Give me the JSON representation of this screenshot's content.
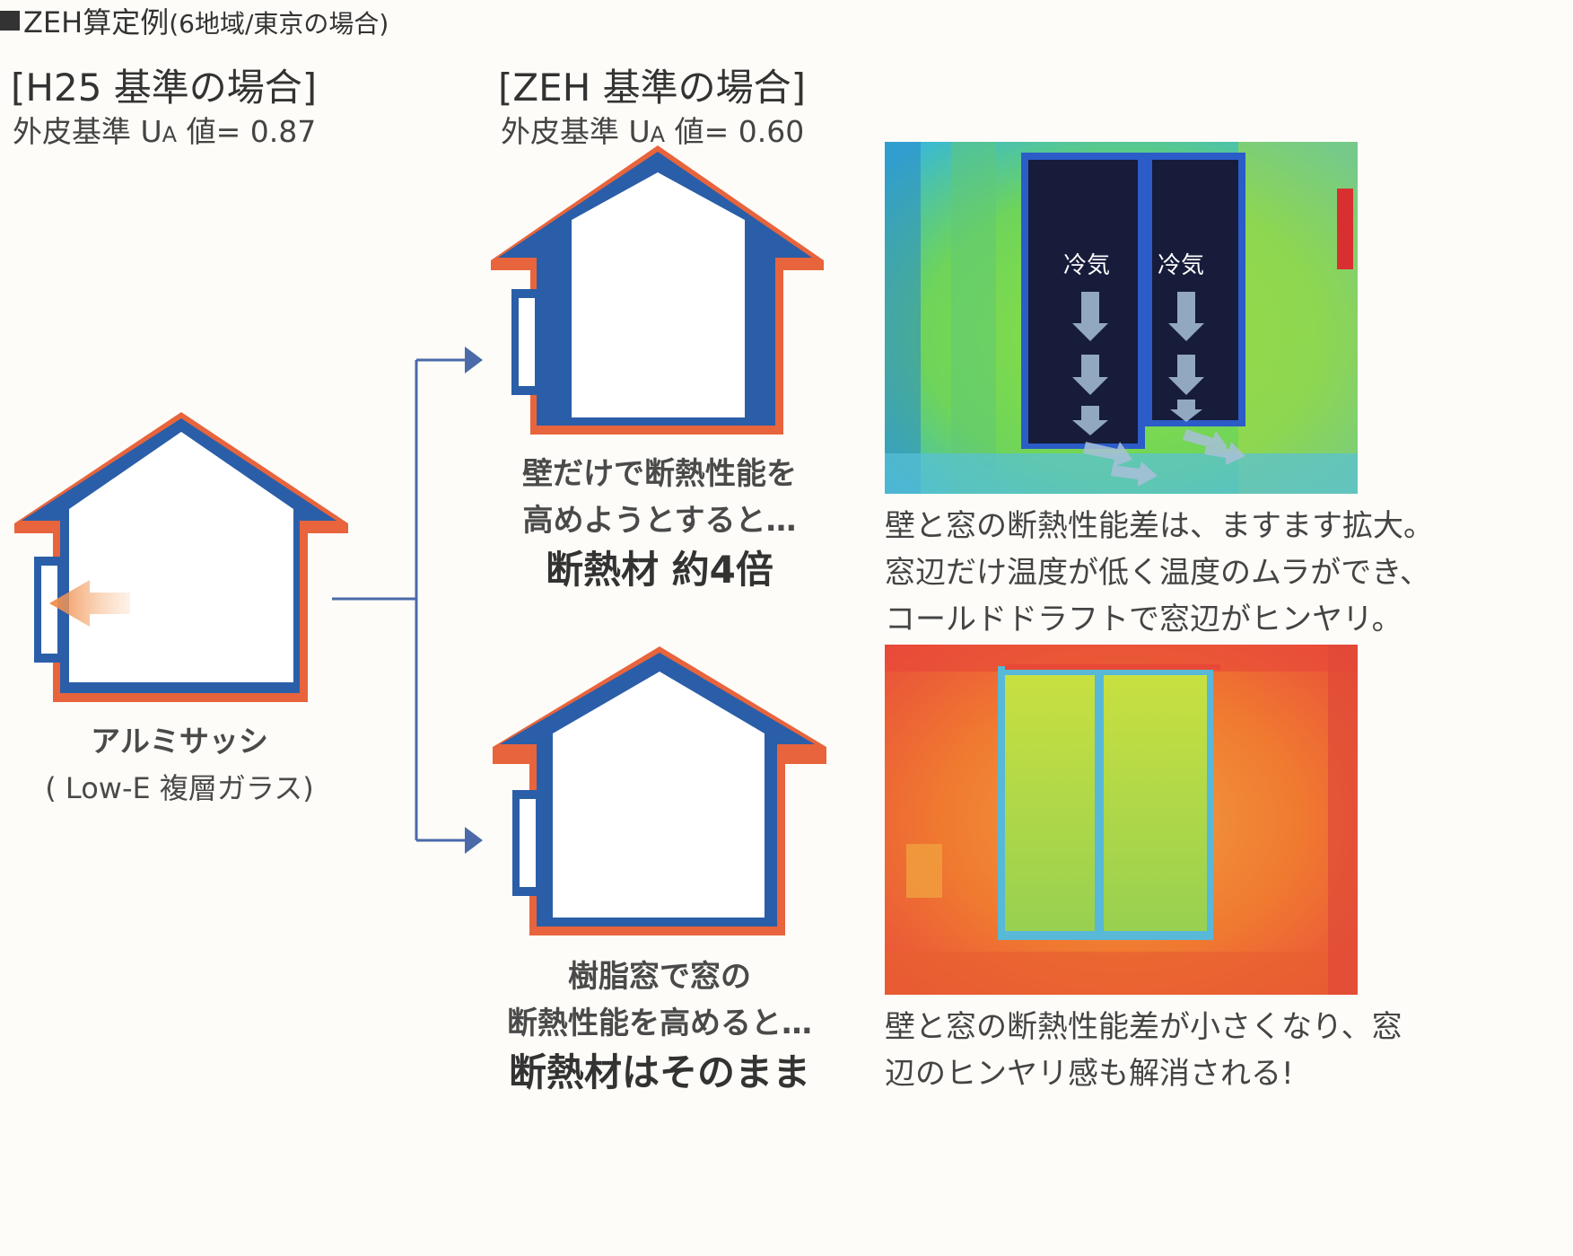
{
  "header": {
    "title": "ZEH算定例",
    "subtitle": "(6地域/東京の場合)"
  },
  "left": {
    "title": "[H25 基準の場合]",
    "ua_prefix": "外皮基準 U",
    "ua_sub": "A",
    "ua_suffix": " 値= 0.87",
    "caption_line1": "アルミサッシ",
    "caption_line2": "( Low-E 複層ガラス)"
  },
  "middle": {
    "title": "[ZEH 基準の場合]",
    "ua_prefix": "外皮基準 U",
    "ua_sub": "A",
    "ua_suffix": " 値= 0.60",
    "case1": {
      "line1": "壁だけで断熱性能を",
      "line2": "高めようとすると…",
      "emphasis": "断熱材 約4倍"
    },
    "case2": {
      "line1": "樹脂窓で窓の",
      "line2": "断熱性能を高めると…",
      "emphasis": "断熱材はそのまま"
    }
  },
  "right": {
    "thermal1": {
      "label_left": "冷気",
      "label_right": "冷気"
    },
    "desc1": [
      "壁と窓の断熱性能差は、ますます拡大。",
      "窓辺だけ温度が低く温度のムラができ、",
      "コールドドラフトで窓辺がヒンヤリ。"
    ],
    "desc2": [
      "壁と窓の断熱性能差が小さくなり、窓",
      "辺のヒンヤリ感も解消される!"
    ]
  },
  "colors": {
    "insulation_blue": "#2a5ea8",
    "outer_orange": "#e8643c",
    "arrow_blue": "#4a6aaa",
    "heat_arrow": "#f08a48"
  }
}
